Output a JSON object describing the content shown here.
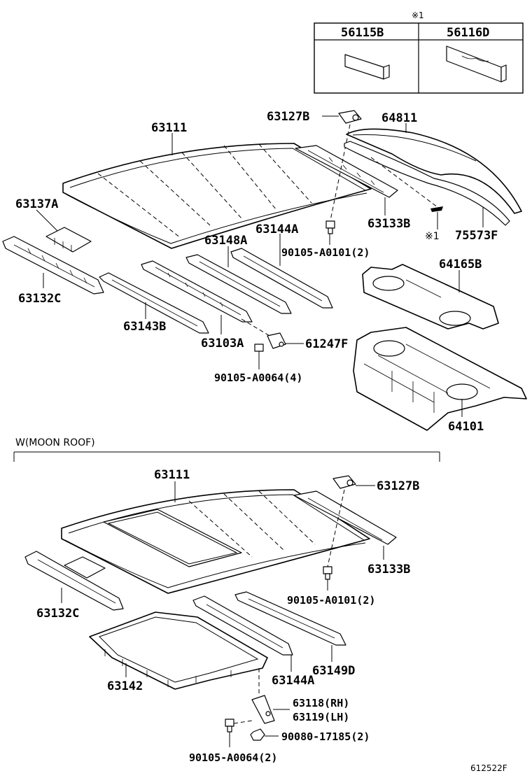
{
  "inset": {
    "note_mark": "※1",
    "col1_header": "56115B",
    "col2_header": "56116D"
  },
  "top_section": {
    "labels": {
      "p63111": "63111",
      "p63127B": "63127B",
      "p64811": "64811",
      "p63137A": "63137A",
      "p63133B": "63133B",
      "p75573F": "75573F",
      "mark1": "※1",
      "p63144A": "63144A",
      "p63148A": "63148A",
      "p90105A0101": "90105-A0101(2)",
      "p63132C": "63132C",
      "p64165B": "64165B",
      "p63143B": "63143B",
      "p63103A": "63103A",
      "p61247F": "61247F",
      "p90105A0064": "90105-A0064(4)",
      "p64101": "64101"
    }
  },
  "section_title": "W(MOON ROOF)",
  "bottom_section": {
    "labels": {
      "p63111": "63111",
      "p63127B": "63127B",
      "p63133B": "63133B",
      "p63132C": "63132C",
      "p90105A0101": "90105-A0101(2)",
      "p63149D": "63149D",
      "p63142": "63142",
      "p63144A": "63144A",
      "p63118": "63118(RH)",
      "p63119": "63119(LH)",
      "p90080": "90080-17185(2)",
      "p90105A0064": "90105-A0064(2)"
    }
  },
  "diagram_code": "612522F"
}
